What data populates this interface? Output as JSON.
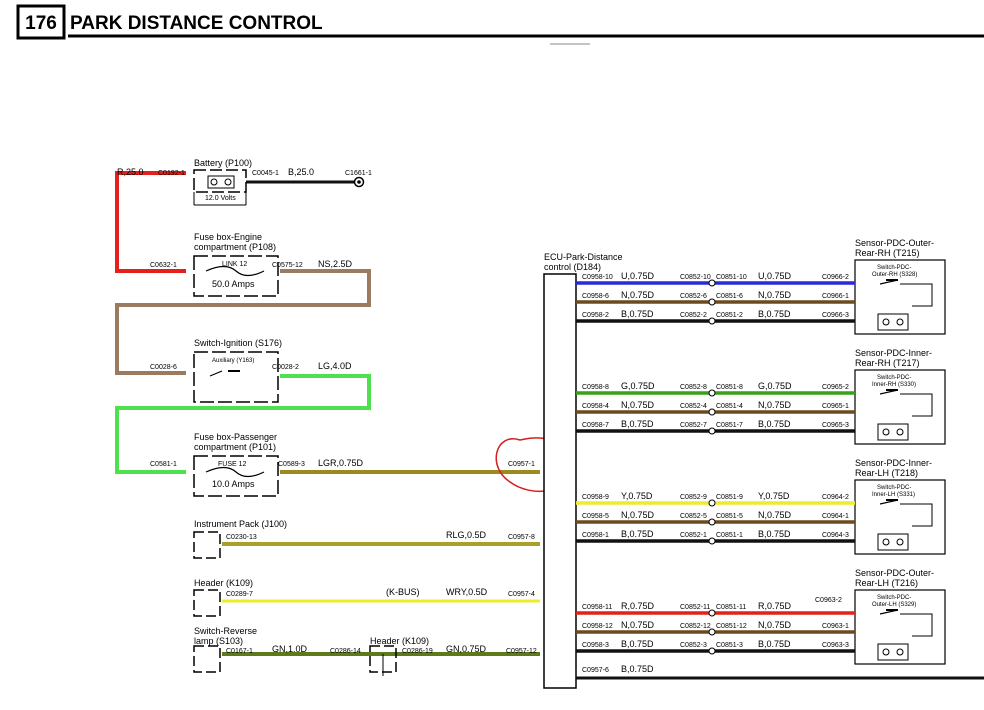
{
  "header": {
    "page_number": "176",
    "title": "PARK DISTANCE CONTROL"
  },
  "colors": {
    "red": "#e3201b",
    "brown": "#9b7b60",
    "green": "#4fe04f",
    "black": "#111111",
    "blue": "#2a2ad8",
    "dark_brown": "#6b4a1e",
    "dark_green": "#3aa01a",
    "yellow": "#ecec2c",
    "annotation": "#d42020"
  },
  "left": {
    "battery": {
      "name": "Battery (P100)",
      "volts": "12.0 Volts",
      "pin_in": "C0192-1",
      "pin_out": "C0045-1",
      "ground": "C1661-1",
      "wire_in": "R,25.0",
      "wire_out": "B,25.0"
    },
    "fuse_engine": {
      "name1": "Fuse box-Engine",
      "name2": "compartment (P108)",
      "fuse": "LINK 12",
      "amps": "50.0 Amps",
      "pin_in": "C0632-1",
      "pin_out": "C0575-12",
      "wire_out": "NS,2.5D"
    },
    "ignition": {
      "name": "Switch-Ignition (S176)",
      "aux": "Auxiliary (Y163)",
      "pin_in": "C0028-6",
      "pin_out": "C0028-2",
      "wire_out": "LG,4.0D"
    },
    "fuse_pass": {
      "name1": "Fuse box-Passenger",
      "name2": "compartment (P101)",
      "fuse": "FUSE 12",
      "amps": "10.0 Amps",
      "pin_in": "C0581-1",
      "pin_out": "C0589-3",
      "wire_out": "LGR,0.75D",
      "ecu_pin": "C0957-1"
    },
    "instrument": {
      "name": "Instrument Pack (J100)",
      "pin": "C0230-13",
      "wire": "RLG,0.5D",
      "ecu_pin": "C0957-8"
    },
    "header": {
      "name": "Header (K109)",
      "pin": "C0289-7",
      "bus": "(K-BUS)",
      "wire": "WRY,0.5D",
      "ecu_pin": "C0957-4"
    },
    "reverse": {
      "name1": "Switch-Reverse",
      "name2": "lamp (S103)",
      "pin": "C0167-1",
      "wire1": "GN,1.0D",
      "pin2": "C0286-14",
      "header_name": "Header (K109)",
      "pin3": "C0286-19",
      "wire2": "GN,0.75D",
      "ecu_pin": "C0957-12"
    }
  },
  "ecu": {
    "name1": "ECU-Park-Distance",
    "name2": "control (D184)"
  },
  "sensors": [
    {
      "name1": "Sensor-PDC-Outer-",
      "name2": "Rear-RH (T215)",
      "switch1": "Switch-PDC-",
      "switch2": "Outer-RH (S328)",
      "extra_pin": "",
      "rows": [
        {
          "ecu_pin": "C0958-10",
          "wire": "U,0.75D",
          "jl": "C0852-10",
          "jr": "C0851-10",
          "wire2": "U,0.75D",
          "sensor_pin": "C0966-2",
          "color": "blue"
        },
        {
          "ecu_pin": "C0958-6",
          "wire": "N,0.75D",
          "jl": "C0852-6",
          "jr": "C0851-6",
          "wire2": "N,0.75D",
          "sensor_pin": "C0966-1",
          "color": "dark_brown"
        },
        {
          "ecu_pin": "C0958-2",
          "wire": "B,0.75D",
          "jl": "C0852-2",
          "jr": "C0851-2",
          "wire2": "B,0.75D",
          "sensor_pin": "C0966-3",
          "color": "black"
        }
      ]
    },
    {
      "name1": "Sensor-PDC-Inner-",
      "name2": "Rear-RH (T217)",
      "switch1": "Switch-PDC-",
      "switch2": "Inner-RH (S330)",
      "extra_pin": "",
      "rows": [
        {
          "ecu_pin": "C0958-8",
          "wire": "G,0.75D",
          "jl": "C0852-8",
          "jr": "C0851-8",
          "wire2": "G,0.75D",
          "sensor_pin": "C0965-2",
          "color": "dark_green"
        },
        {
          "ecu_pin": "C0958-4",
          "wire": "N,0.75D",
          "jl": "C0852-4",
          "jr": "C0851-4",
          "wire2": "N,0.75D",
          "sensor_pin": "C0965-1",
          "color": "dark_brown"
        },
        {
          "ecu_pin": "C0958-7",
          "wire": "B,0.75D",
          "jl": "C0852-7",
          "jr": "C0851-7",
          "wire2": "B,0.75D",
          "sensor_pin": "C0965-3",
          "color": "black"
        }
      ]
    },
    {
      "name1": "Sensor-PDC-Inner-",
      "name2": "Rear-LH (T218)",
      "switch1": "Switch-PDC-",
      "switch2": "Inner-LH (S331)",
      "extra_pin": "",
      "rows": [
        {
          "ecu_pin": "C0958-9",
          "wire": "Y,0.75D",
          "jl": "C0852-9",
          "jr": "C0851-9",
          "wire2": "Y,0.75D",
          "sensor_pin": "C0964-2",
          "color": "yellow"
        },
        {
          "ecu_pin": "C0958-5",
          "wire": "N,0.75D",
          "jl": "C0852-5",
          "jr": "C0851-5",
          "wire2": "N,0.75D",
          "sensor_pin": "C0964-1",
          "color": "dark_brown"
        },
        {
          "ecu_pin": "C0958-1",
          "wire": "B,0.75D",
          "jl": "C0852-1",
          "jr": "C0851-1",
          "wire2": "B,0.75D",
          "sensor_pin": "C0964-3",
          "color": "black"
        }
      ]
    },
    {
      "name1": "Sensor-PDC-Outer-",
      "name2": "Rear-LH (T216)",
      "switch1": "Switch-PDC-",
      "switch2": "Outer-LH (S329)",
      "extra_pin": "C0963-2",
      "rows": [
        {
          "ecu_pin": "C0958-11",
          "wire": "R,0.75D",
          "jl": "C0852-11",
          "jr": "C0851-11",
          "wire2": "R,0.75D",
          "sensor_pin": "",
          "color": "red"
        },
        {
          "ecu_pin": "C0958-12",
          "wire": "N,0.75D",
          "jl": "C0852-12",
          "jr": "C0851-12",
          "wire2": "N,0.75D",
          "sensor_pin": "C0963-1",
          "color": "dark_brown"
        },
        {
          "ecu_pin": "C0958-3",
          "wire": "B,0.75D",
          "jl": "C0852-3",
          "jr": "C0851-3",
          "wire2": "B,0.75D",
          "sensor_pin": "C0963-3",
          "color": "black"
        }
      ]
    }
  ],
  "ecu_ground": {
    "pin": "C0957-6",
    "wire": "B,0.75D"
  }
}
